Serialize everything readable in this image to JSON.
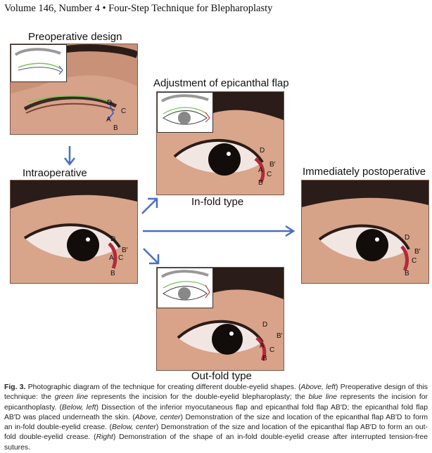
{
  "running_head": "Volume 146, Number 4 • Four-Step Technique for Blepharoplasty",
  "panels": {
    "preop": {
      "title": "Preoperative design",
      "labels": {
        "d": "D",
        "c": "C",
        "a": "A",
        "b": "B"
      }
    },
    "intraop": {
      "title": "Intraoperative",
      "labels": {
        "d": "D",
        "bp": "B′",
        "a": "A",
        "c": "C",
        "b": "B"
      }
    },
    "adjust": {
      "title": "Adjustment of epicanthal flap",
      "labels": {
        "d": "D",
        "bp": "B′",
        "a": "A",
        "c": "C",
        "b": "B"
      }
    },
    "infold": {
      "title": "In-fold type"
    },
    "outfold": {
      "title": "Out-fold type",
      "labels": {
        "d": "D",
        "bp": "B′",
        "a": "A",
        "c": "C",
        "b": "B"
      }
    },
    "postop": {
      "title": "Immediately postoperative",
      "labels": {
        "d": "D",
        "bp": "B′",
        "c": "C",
        "b": "B"
      }
    }
  },
  "caption": {
    "fig_label": "Fig. 3.",
    "p1": " Photographic diagram of the technique for creating different double-eyelid shapes. (",
    "above_left": "Above, left",
    "p2": ") Preoperative design of this technique: the ",
    "green_line": "green line",
    "p3": " represents the incision for the double-eyelid blepharoplasty; the ",
    "blue_line": "blue line",
    "p4": " represents the incision for epicanthoplasty. (",
    "below_left": "Below, left",
    "p5": ") Dissection of the inferior myocutaneous flap and epicanthal fold flap AB′D; the epicanthal fold flap AB′D was placed underneath the skin. (",
    "above_center": "Above, center",
    "p6": ") Demonstration of the size and location of the epicanthal flap AB′D to form an in-fold double-eyelid crease. (",
    "below_center": "Below, center",
    "p7": ") Demonstration of the size and location of the epicanthal flap AB′D to form an out-fold double-eyelid crease. (",
    "right": "Right",
    "p8": ") Demonstration of the shape of an in-fold double-eyelid crease after interrupted tension-free sutures."
  },
  "colors": {
    "arrow": "#4a6fc0",
    "green_line": "#7cc25a",
    "blue_line": "#3a4fd0",
    "skin": "#d9a58a"
  }
}
